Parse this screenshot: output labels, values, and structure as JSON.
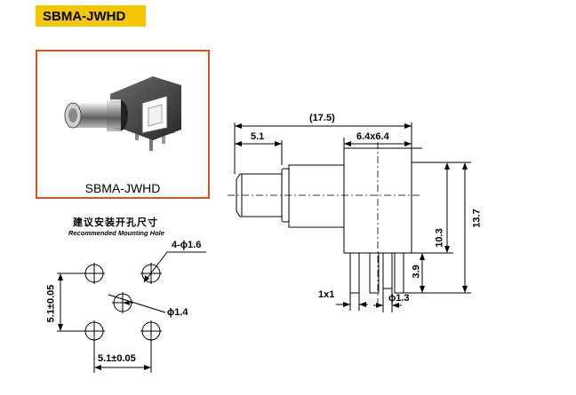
{
  "header": {
    "model": "SBMA-JWHD"
  },
  "photo": {
    "caption": "SBMA-JWHD"
  },
  "mounting": {
    "title_cn": "建议安装开孔尺寸",
    "title_en": "Recommended Mounting Hole",
    "hole_dim": "4-ϕ1.6",
    "center_hole_dim": "ϕ1.4",
    "vertical_pitch": "5.1±0.05",
    "horizontal_pitch": "5.1±0.05"
  },
  "side_view": {
    "overall_length": "(17.5)",
    "plug_length": "5.1",
    "body_size": "6.4x6.4",
    "height_total": "13.7",
    "height_body": "10.3",
    "pin_length": "3.9",
    "pin_square": "1x1",
    "pin_round": "ϕ1.3"
  },
  "colors": {
    "badge": "#f5c500",
    "frame": "#d9531e"
  }
}
